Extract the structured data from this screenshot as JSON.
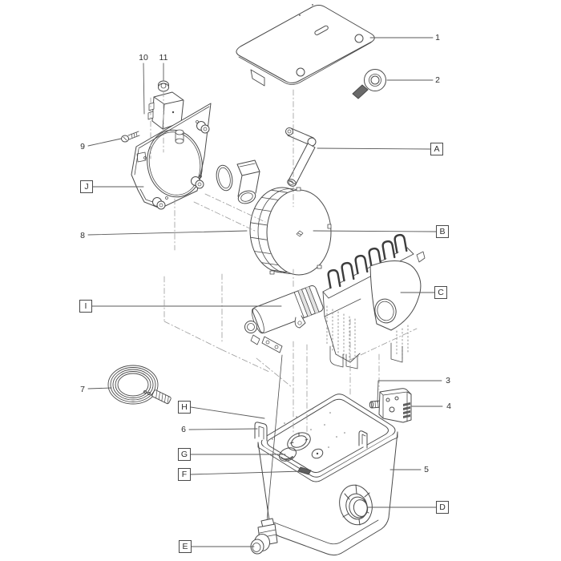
{
  "figure_type": "exploded-parts-diagram",
  "colors": {
    "background": "#ffffff",
    "line": "#4a4a4a",
    "dark_fill": "#5f5f5f",
    "construction": "#9b9b9b",
    "label": "#2e2e2e"
  },
  "callouts": {
    "numbered": [
      {
        "label": "1",
        "part": "cover-lid"
      },
      {
        "label": "2",
        "part": "sealing-tape-roll"
      },
      {
        "label": "3",
        "part": "fixing-screw"
      },
      {
        "label": "4",
        "part": "vent-bracket"
      },
      {
        "label": "5",
        "part": "container"
      },
      {
        "label": "6",
        "part": "rim-clip"
      },
      {
        "label": "7",
        "part": "hose"
      },
      {
        "label": "8",
        "part": "elbow-socket"
      },
      {
        "label": "9",
        "part": "screw"
      },
      {
        "label": "10",
        "part": "control-unit"
      },
      {
        "label": "11",
        "part": "nut"
      }
    ],
    "lettered": [
      {
        "label": "A",
        "part": "cleaning-rod"
      },
      {
        "label": "B",
        "part": "filter-drum"
      },
      {
        "label": "C",
        "part": "filter-cartridge-module"
      },
      {
        "label": "D",
        "part": "outlet-port"
      },
      {
        "label": "E",
        "part": "drain-valve"
      },
      {
        "label": "F",
        "part": "floor-slot"
      },
      {
        "label": "G",
        "part": "floor-plug"
      },
      {
        "label": "H",
        "part": "container-rim"
      },
      {
        "label": "I",
        "part": "uvc-unit"
      },
      {
        "label": "J",
        "part": "mounting-plate"
      }
    ]
  }
}
